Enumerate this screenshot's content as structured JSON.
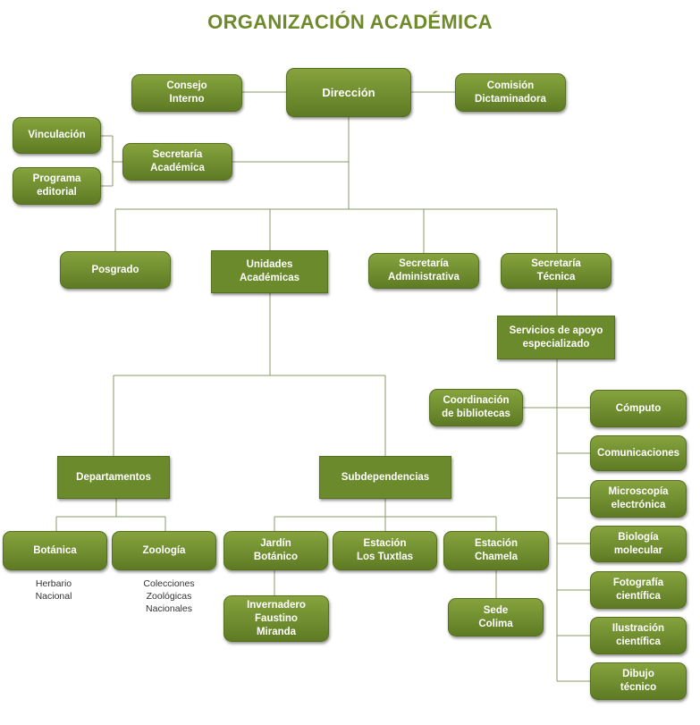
{
  "title": "ORGANIZACIÓN ACADÉMICA",
  "nodes": {
    "direccion": "Dirección",
    "consejo": "Consejo\nInterno",
    "comision": "Comisión\nDictaminadora",
    "vinculacion": "Vinculación",
    "programa": "Programa\neditorial",
    "secAcademica": "Secretaría\nAcadémica",
    "posgrado": "Posgrado",
    "unidades": "Unidades\nAcadémicas",
    "secAdmin": "Secretaría\nAdministrativa",
    "secTecnica": "Secretaría\nTécnica",
    "servicios": "Servicios de apoyo\nespecializado",
    "coordinacion": "Coordinación\nde bibliotecas",
    "computo": "Cómputo",
    "comunicaciones": "Comunicaciones",
    "microscopia": "Microscopía\nelectrónica",
    "biologia": "Biología\nmolecular",
    "fotografia": "Fotografía\ncientífica",
    "ilustracion": "Ilustración\ncientífica",
    "dibujo": "Dibujo\ntécnico",
    "departamentos": "Departamentos",
    "subdependencias": "Subdependencias",
    "botanica": "Botánica",
    "zoologia": "Zoología",
    "jardin": "Jardín\nBotánico",
    "tuxtlas": "Estación\nLos Tuxtlas",
    "chamela": "Estación\nChamela",
    "invernadero": "Invernadero\nFaustino\nMiranda",
    "sede": "Sede\nColima"
  },
  "notes": {
    "herbario": "Herbario\nNacional",
    "colecciones": "Colecciones\nZoológicas\nNacionales"
  },
  "colors": {
    "accent": "#6f8a2a",
    "box": "#6b8a2c",
    "line": "#8a9a6a"
  }
}
